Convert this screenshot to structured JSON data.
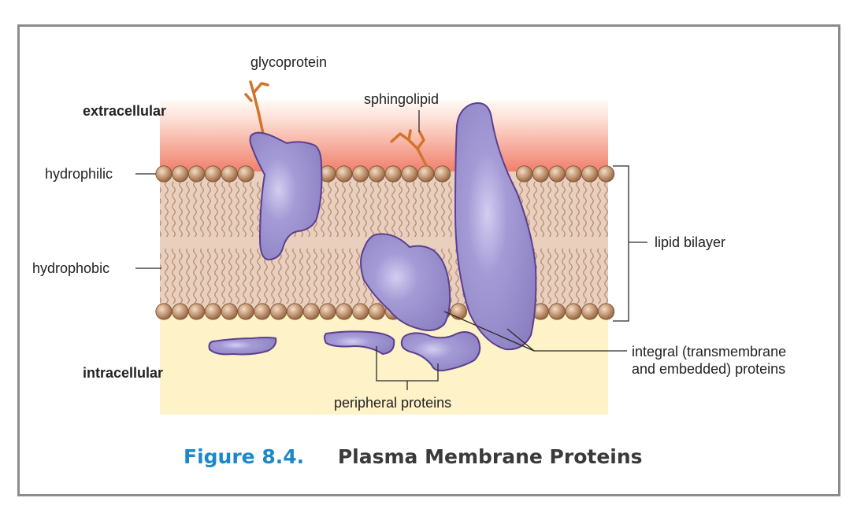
{
  "labels": {
    "glycoprotein": "glycoprotein",
    "sphingolipid": "sphingolipid",
    "extracellular": "extracellular",
    "hydrophilic": "hydrophilic",
    "hydrophobic": "hydrophobic",
    "lipid_bilayer": "lipid bilayer",
    "integral_line1": "integral (transmembrane",
    "integral_line2": "and embedded) proteins",
    "intracellular": "intracellular",
    "peripheral": "peripheral proteins"
  },
  "caption": {
    "number": "Figure 8.4.",
    "title": "Plasma Membrane Proteins"
  },
  "colors": {
    "extracellular_gradient_top": "#fde2da",
    "extracellular_gradient_bottom": "#f0806a",
    "membrane_core": "#e8cdbb",
    "intracellular": "#fdf2c6",
    "lipid_head": "#b98a66",
    "protein_fill": "#9a90cc",
    "protein_stroke": "#5c3f8f",
    "carbohydrate": "#d2742c",
    "caption_number": "#1c88c8",
    "caption_title": "#3a3a3a"
  }
}
